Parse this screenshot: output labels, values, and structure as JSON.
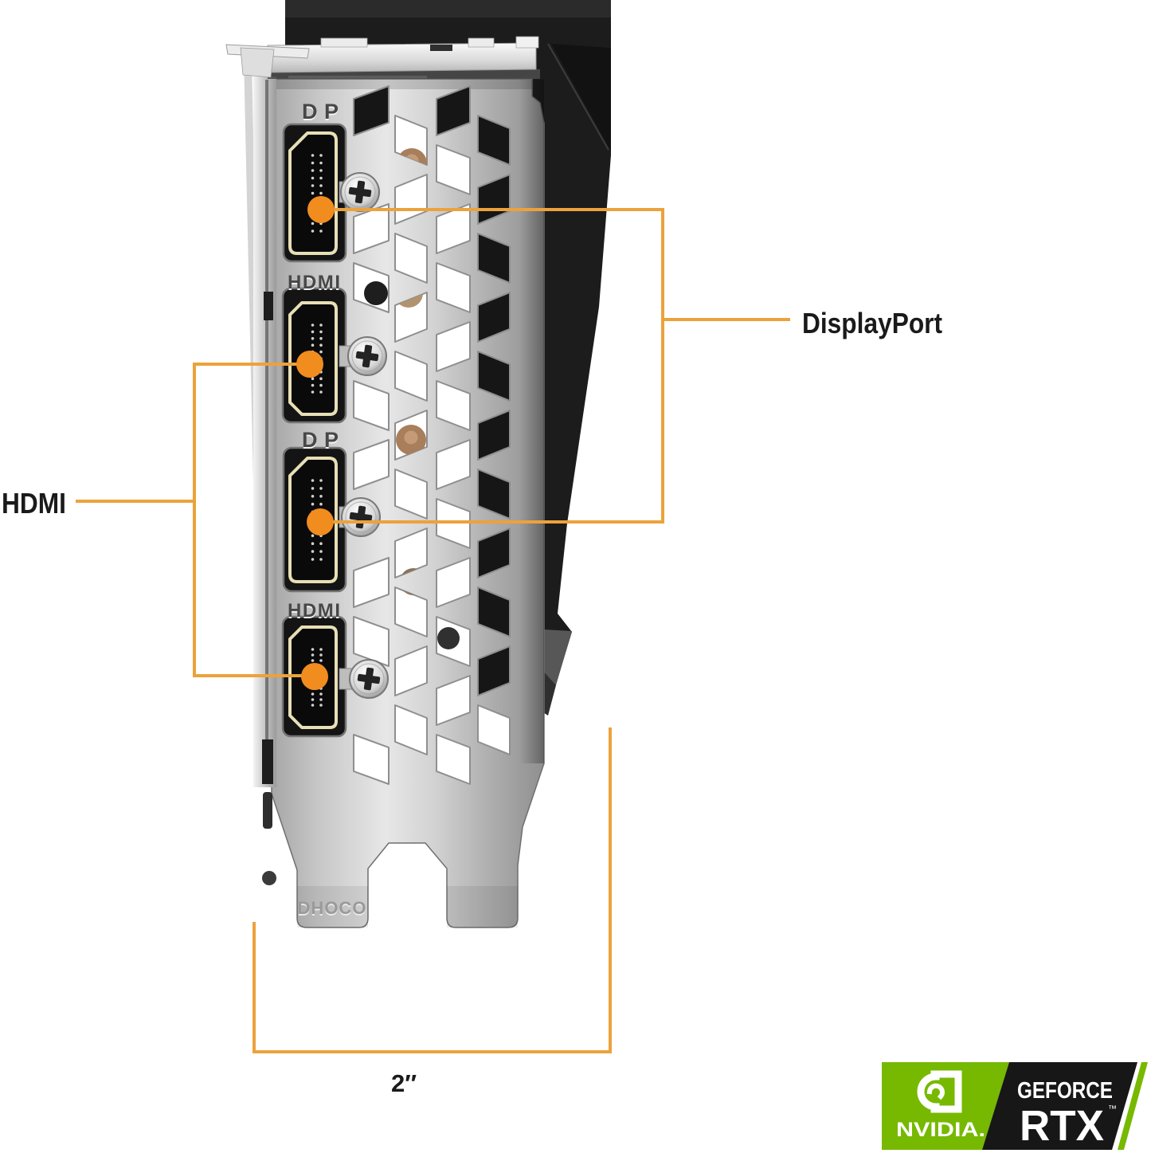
{
  "figure": {
    "type": "product-callout-diagram",
    "subject": "Graphics card I/O bracket rear view",
    "labels": {
      "displayport": "DisplayPort",
      "hdmi": "HDMI",
      "width_dimension": "2″"
    },
    "ports": [
      {
        "index": 1,
        "type": "DisplayPort",
        "bracket_label": "DP"
      },
      {
        "index": 2,
        "type": "HDMI",
        "bracket_label": "HDMI"
      },
      {
        "index": 3,
        "type": "DisplayPort",
        "bracket_label": "DP"
      },
      {
        "index": 4,
        "type": "HDMI",
        "bracket_label": "HDMI"
      }
    ],
    "bracket_stamp": "DHOCO",
    "colors": {
      "callout_line": "#ECA23C",
      "callout_dot": "#F18C1F",
      "card_black": "#1C1C1C",
      "bracket_silver": "#C9C9C9",
      "nvidia_green": "#76B900",
      "badge_black": "#171717"
    }
  },
  "badge": {
    "brand": "NVIDIA.",
    "series": "GEFORCE",
    "model": "RTX",
    "trademark": "™"
  }
}
